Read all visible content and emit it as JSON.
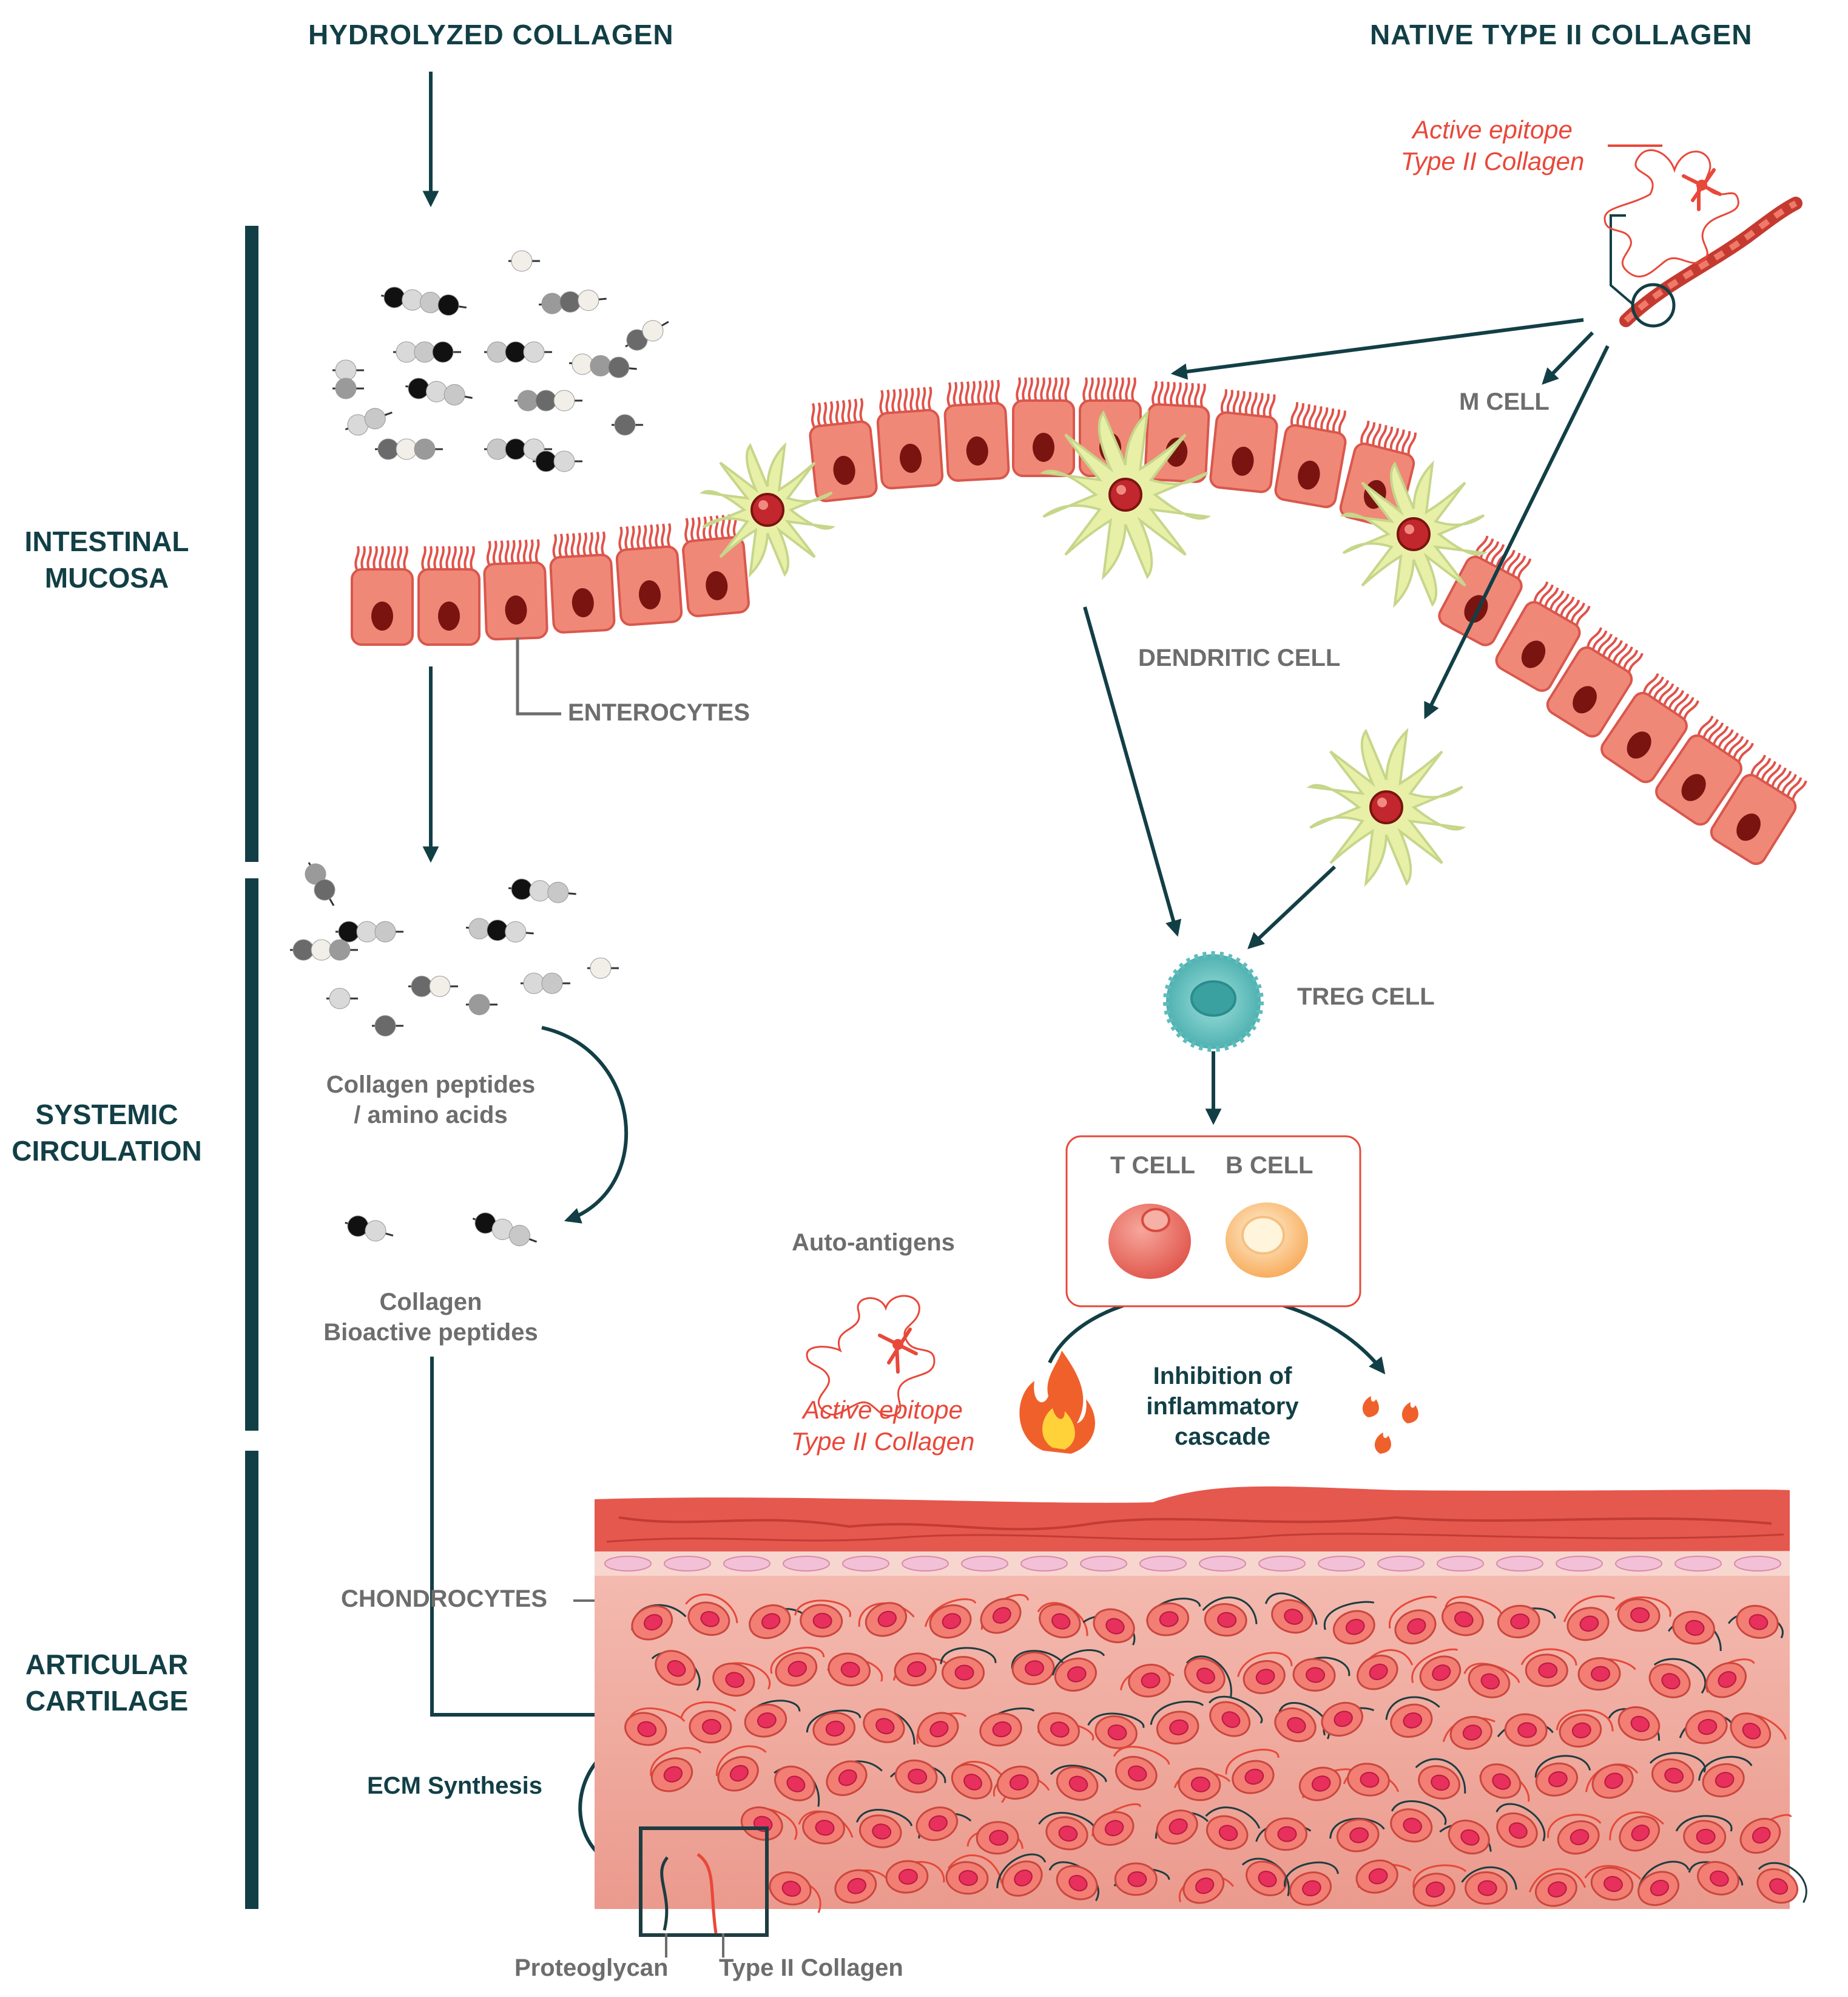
{
  "headers": {
    "hydrolyzed": "HYDROLYZED COLLAGEN",
    "native": "NATIVE TYPE II COLLAGEN"
  },
  "sections": {
    "intestinal": [
      "INTESTINAL",
      "MUCOSA"
    ],
    "systemic": [
      "SYSTEMIC",
      "CIRCULATION"
    ],
    "articular": [
      "ARTICULAR",
      "CARTILAGE"
    ]
  },
  "labels": {
    "enterocytes": "ENTEROCYTES",
    "m_cell": "M CELL",
    "dendritic_cell": "DENDRITIC CELL",
    "treg_cell": "TREG CELL",
    "t_cell": "T CELL",
    "b_cell": "B CELL",
    "auto_antigens": "Auto-antigens",
    "collagen_peptides": [
      "Collagen peptides",
      "/ amino acids"
    ],
    "bioactive_peptides": [
      "Collagen",
      "Bioactive peptides"
    ],
    "active_epitope_top": [
      "Active epitope",
      "Type II Collagen"
    ],
    "active_epitope_bottom": [
      "Active epitope",
      "Type II Collagen"
    ],
    "inhibition": [
      "Inhibition of",
      "inflammatory",
      "cascade"
    ],
    "chondrocytes": "CHONDROCYTES",
    "ecm_synthesis": "ECM Synthesis",
    "proteoglycan": "Proteoglycan",
    "type2_collagen": "Type II Collagen"
  },
  "colors": {
    "dark_teal": "#123f46",
    "grey": "#6d6d6d",
    "accent_red": "#e8483a",
    "enterocyte_fill": "#f08878",
    "dendritic_fill": "#e8f0a8",
    "treg_fill": "#5fbcbc"
  }
}
